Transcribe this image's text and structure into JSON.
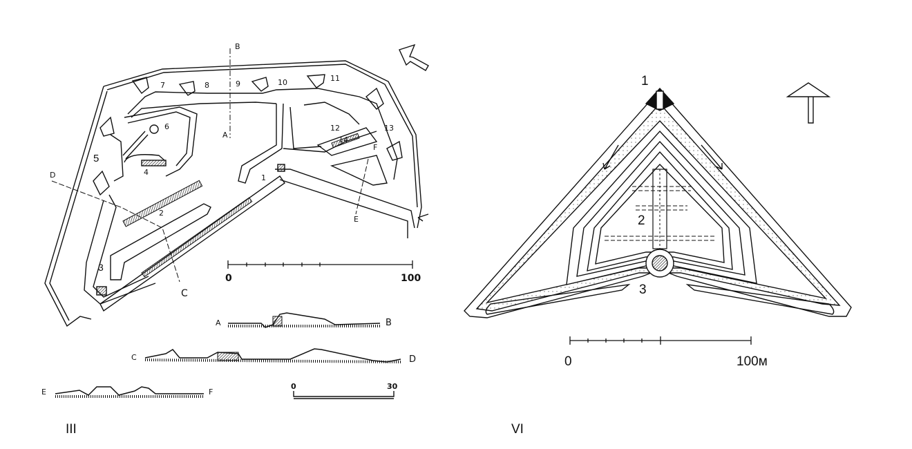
{
  "figure_III": {
    "caption": "III",
    "plan_labels": [
      "1",
      "2",
      "3",
      "4",
      "5",
      "6",
      "7",
      "8",
      "9",
      "10",
      "11",
      "12",
      "13",
      "14"
    ],
    "section_markers": [
      "A",
      "B",
      "C",
      "D",
      "E",
      "F"
    ],
    "plan_scale": {
      "start": "0",
      "end": "100"
    },
    "sections": [
      {
        "from": "A",
        "to": "B"
      },
      {
        "from": "C",
        "to": "D"
      },
      {
        "from": "E",
        "to": "F"
      }
    ],
    "section_scale": {
      "start": "0",
      "end": "30"
    }
  },
  "figure_VI": {
    "caption": "VI",
    "plan_labels": [
      "1",
      "2",
      "3"
    ],
    "scale": {
      "start": "0",
      "end": "100м"
    }
  }
}
